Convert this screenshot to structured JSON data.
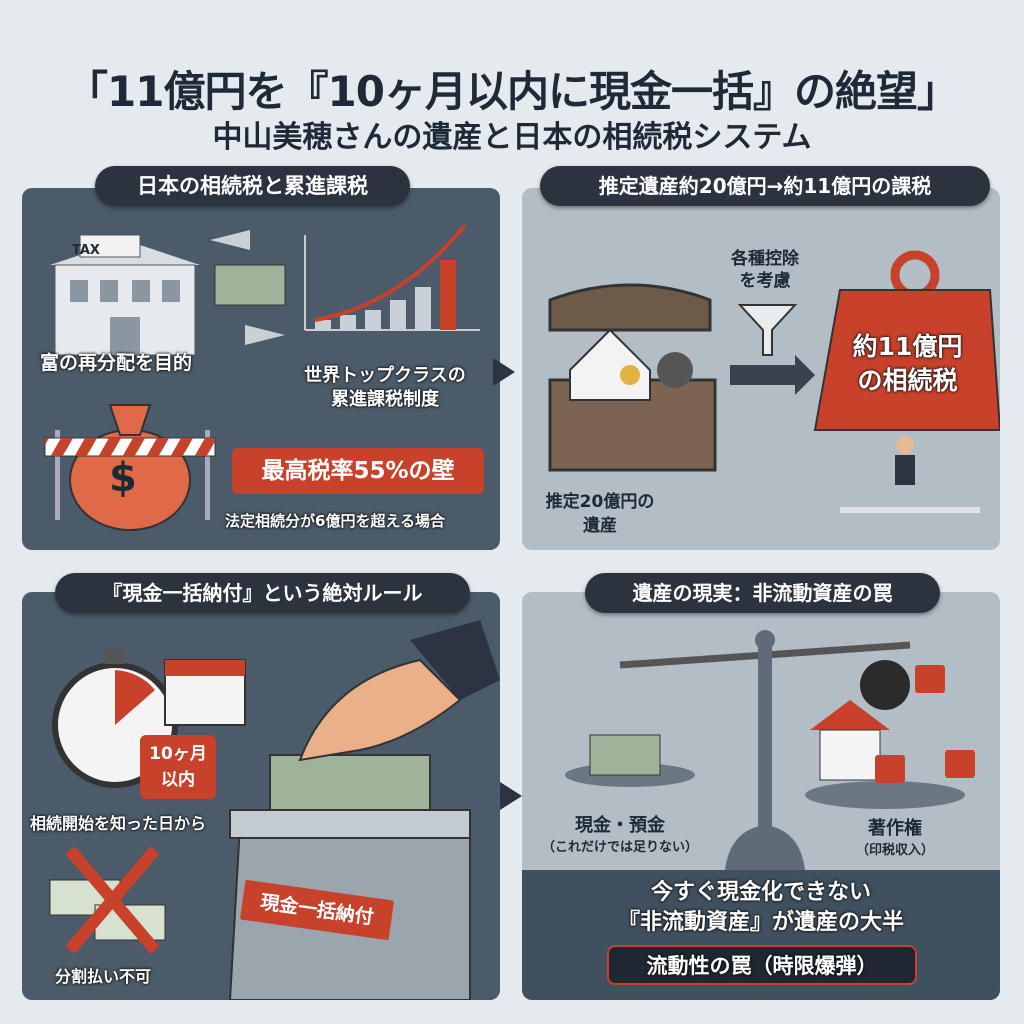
{
  "header": {
    "title": "「11億円を『10ヶ月以内に現金一括』の絶望」",
    "subtitle": "中山美穂さんの遺産と日本の相続税システム"
  },
  "panel1": {
    "heading": "日本の相続税と累進課税",
    "tax_sign": "TAX",
    "purpose": "富の再分配を目的",
    "progressive": [
      "世界トップクラスの",
      "累進課税制度"
    ],
    "top_rate": "最高税率55%の壁",
    "condition": "法定相続分が6億円を超える場合",
    "money_symbol": "$"
  },
  "panel2": {
    "heading": "推定遺産約20億円→約11億円の課税",
    "deductions": [
      "各種控除",
      "を考慮"
    ],
    "estate": [
      "推定20億円の",
      "遺産"
    ],
    "tax_weight": [
      "約11億円",
      "の相続税"
    ]
  },
  "panel3": {
    "heading": "『現金一括納付』という絶対ルール",
    "deadline": [
      "10ヶ月",
      "以内"
    ],
    "start": "相続開始を知った日から",
    "no_installment": "分割払い不可",
    "box_label": "現金一括納付"
  },
  "panel4": {
    "heading": "遺産の現実：非流動資産の罠",
    "cash": [
      "現金・預金",
      "（これだけでは足りない）"
    ],
    "copyright": [
      "著作権",
      "（印税収入）"
    ],
    "summary": [
      "今すぐ現金化できない",
      "『非流動資産』が遺産の大半"
    ],
    "trap": "流動性の罠（時限爆弾）"
  },
  "colors": {
    "accent_red": "#c8412b",
    "dark_panel": "#4b5b69",
    "light_panel": "#b3bdc5",
    "navy": "#1e2a38"
  }
}
